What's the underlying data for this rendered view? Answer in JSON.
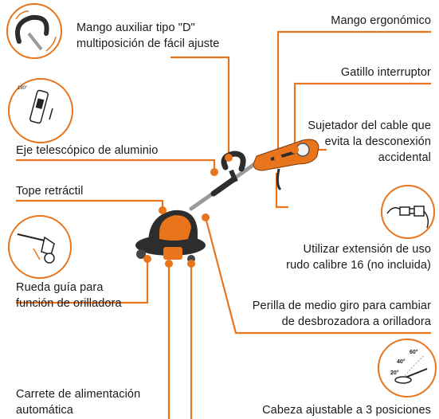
{
  "accent_color": "#e8741c",
  "labels": {
    "mango_auxiliar": "Mango auxiliar tipo \"D\"",
    "mango_auxiliar_2": "multiposición de fácil ajuste",
    "mango_ergonomico": "Mango ergonómico",
    "gatillo": "Gatillo interruptor",
    "sujetador_1": "Sujetador del cable que",
    "sujetador_2": "evita la desconexión",
    "sujetador_3": "accidental",
    "eje": "Eje telescópico de aluminio",
    "tope": "Tope retráctil",
    "extension_1": "Utilizar extensión de uso",
    "extension_2": "rudo calibre 16 (no incluida)",
    "rueda_1": "Rueda guía para",
    "rueda_2": "función de orilladora",
    "perilla_1": "Perilla de medio giro para cambiar",
    "perilla_2": "de desbrozadora a orilladora",
    "carrete_1": "Carrete de alimentación",
    "carrete_2": "automática",
    "cabeza": "Cabeza ajustable a 3 posiciones"
  },
  "inset_text": {
    "eje_degrees": "180°",
    "angle_60": "60°",
    "angle_40": "40°",
    "angle_20": "20°"
  }
}
